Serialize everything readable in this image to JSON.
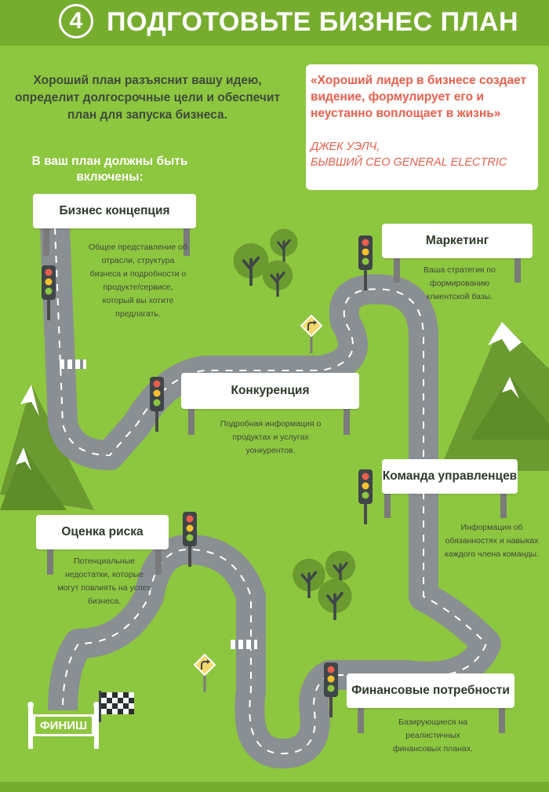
{
  "header": {
    "step_number": "4",
    "title": "ПОДГОТОВЬТЕ БИЗНЕС ПЛАН"
  },
  "intro": "Хороший план разъяснит вашу идею, определит долгосрочные цели и обеспечит план для запуска бизнеса.",
  "included_label": "В ваш план должны быть включены:",
  "quote": {
    "text": "«Хороший лидер в бизнесе создает видение, формулирует его и неустанно воплощает в жизнь»",
    "author_line1": "ДЖЕК УЭЛЧ,",
    "author_line2": "БЫВШИЙ CEO GENERAL ELECTRIC"
  },
  "steps": [
    {
      "title": "Бизнес концепция",
      "description": "Общее представление об отрасли, структура бизнеса и подробности о продукте/сервисе, который вы хотите предлагать."
    },
    {
      "title": "Маркетинг",
      "description": "Ваша стратегия по формированию клиентской базы."
    },
    {
      "title": "Конкуренция",
      "description": "Подробная информация о продуктах и услугах уонкурентов."
    },
    {
      "title": "Команда управленцев",
      "description": "Информация об обязанностях и навыках каждого члена команды."
    },
    {
      "title": "Оценка риска",
      "description": "Потенциальные недостатки, которые могут повлиять на успех бизнеса."
    },
    {
      "title": "Финансовые потребности",
      "description": "Базирующиеся на реалистичных финансовых планах."
    }
  ],
  "finish_label": "ФИНИШ",
  "colors": {
    "background": "#8dc63f",
    "header": "#77ad2f",
    "road": "#8a8f93",
    "accent": "#e8604c",
    "tree": "#6a9a30"
  },
  "icons": [
    "traffic-light-icon",
    "turn-sign-icon",
    "tree-icon",
    "mountain-icon",
    "checkered-flag-icon"
  ]
}
